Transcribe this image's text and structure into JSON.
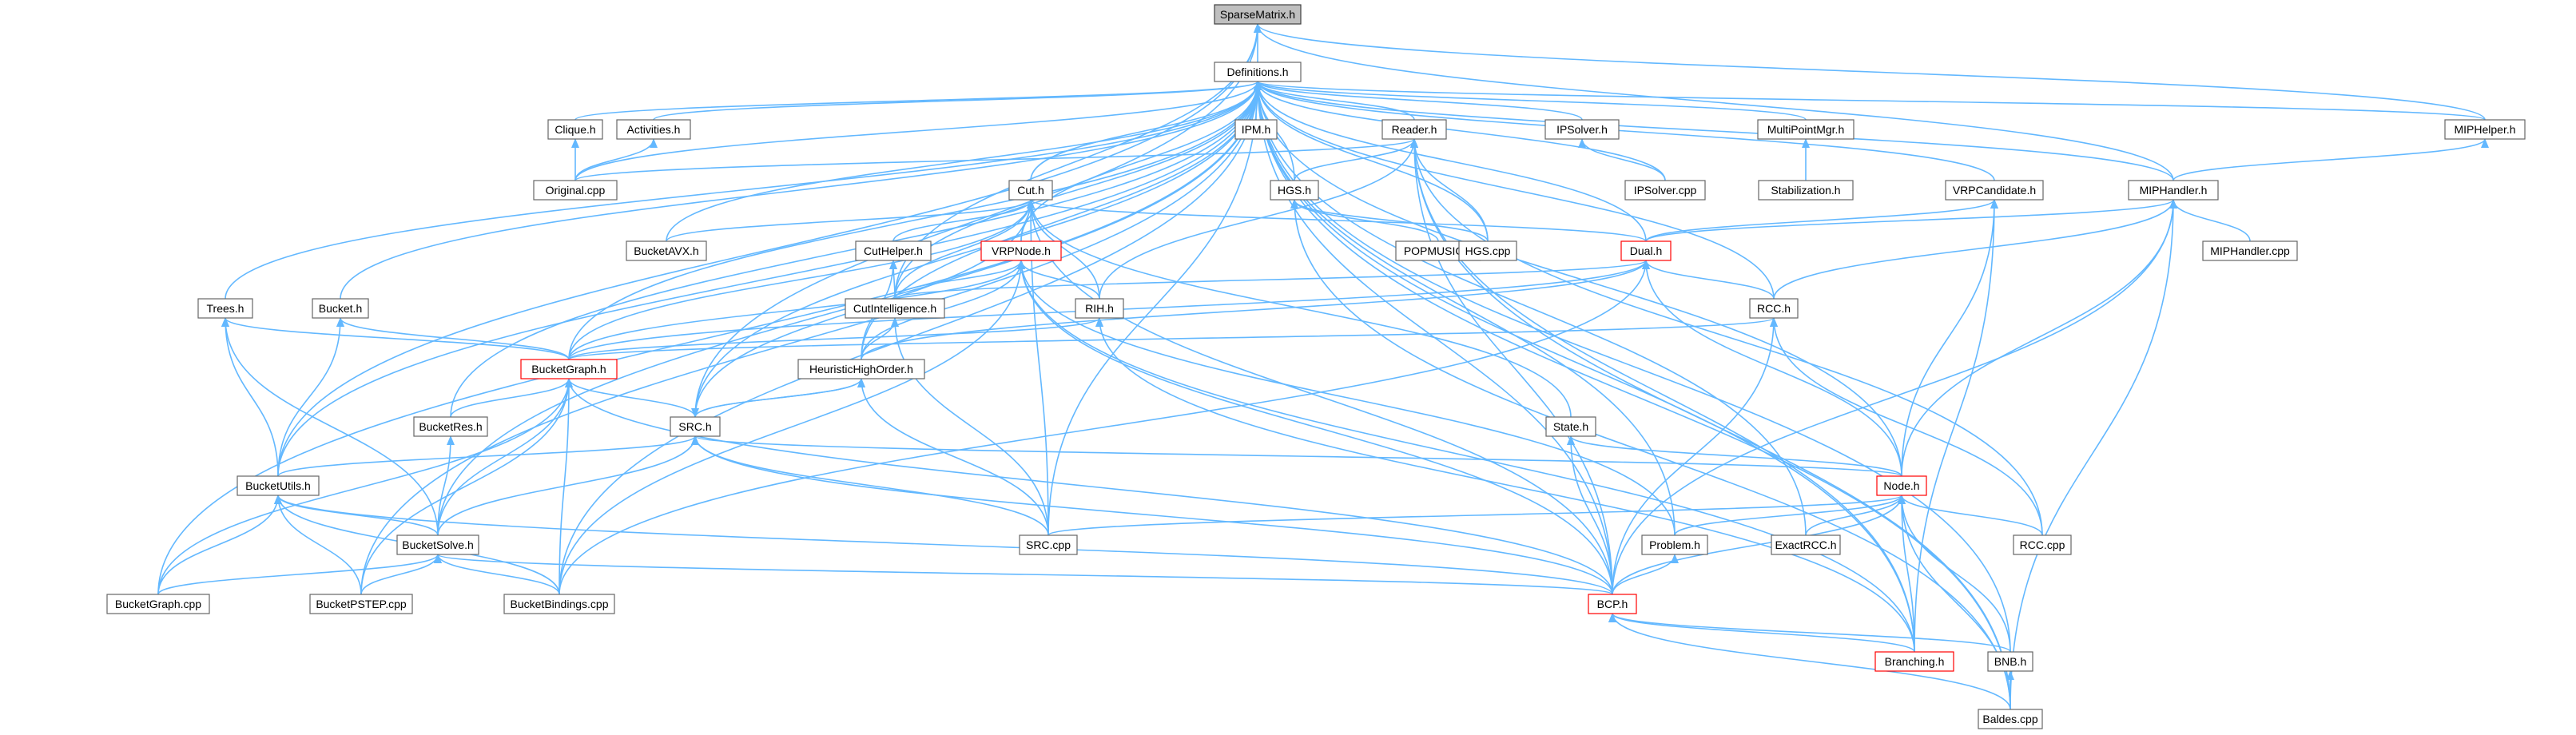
{
  "graph": {
    "edge_color": "#63b8ff",
    "highlight_border_color": "#ff0000",
    "root_fill": "#bfbfbf",
    "nodes": [
      {
        "id": "SparseMatrix",
        "label": "SparseMatrix.h",
        "root": true
      },
      {
        "id": "Definitions",
        "label": "Definitions.h"
      },
      {
        "id": "MIPHelper",
        "label": "MIPHelper.h"
      },
      {
        "id": "MIPHandler",
        "label": "MIPHandler.h"
      },
      {
        "id": "MIPHandlercpp",
        "label": "MIPHandler.cpp"
      },
      {
        "id": "Clique",
        "label": "Clique.h"
      },
      {
        "id": "Activities",
        "label": "Activities.h"
      },
      {
        "id": "Original",
        "label": "Original.cpp"
      },
      {
        "id": "IPM",
        "label": "IPM.h"
      },
      {
        "id": "Reader",
        "label": "Reader.h"
      },
      {
        "id": "IPSolver",
        "label": "IPSolver.h"
      },
      {
        "id": "IPSolvercpp",
        "label": "IPSolver.cpp"
      },
      {
        "id": "MultiPointMgr",
        "label": "MultiPointMgr.h"
      },
      {
        "id": "Stabilization",
        "label": "Stabilization.h"
      },
      {
        "id": "Cut",
        "label": "Cut.h"
      },
      {
        "id": "HGS",
        "label": "HGS.h"
      },
      {
        "id": "VRPCandidate",
        "label": "VRPCandidate.h"
      },
      {
        "id": "BucketAVX",
        "label": "BucketAVX.h"
      },
      {
        "id": "POPMUSIC",
        "label": "POPMUSIC.h"
      },
      {
        "id": "HGScpp",
        "label": "HGS.cpp"
      },
      {
        "id": "CutHelper",
        "label": "CutHelper.h"
      },
      {
        "id": "VRPNode",
        "label": "VRPNode.h",
        "red": true
      },
      {
        "id": "Dual",
        "label": "Dual.h",
        "red": true
      },
      {
        "id": "Trees",
        "label": "Trees.h"
      },
      {
        "id": "Bucket",
        "label": "Bucket.h"
      },
      {
        "id": "CutIntelligence",
        "label": "CutIntelligence.h"
      },
      {
        "id": "RIH",
        "label": "RIH.h"
      },
      {
        "id": "RCC",
        "label": "RCC.h"
      },
      {
        "id": "BucketGraph",
        "label": "BucketGraph.h",
        "red": true
      },
      {
        "id": "HeuristicHighOrder",
        "label": "HeuristicHighOrder.h"
      },
      {
        "id": "BucketRes",
        "label": "BucketRes.h"
      },
      {
        "id": "SRC",
        "label": "SRC.h"
      },
      {
        "id": "State",
        "label": "State.h"
      },
      {
        "id": "BucketUtils",
        "label": "BucketUtils.h"
      },
      {
        "id": "Node",
        "label": "Node.h",
        "red": true
      },
      {
        "id": "BucketSolve",
        "label": "BucketSolve.h"
      },
      {
        "id": "SRCcpp",
        "label": "SRC.cpp"
      },
      {
        "id": "Problem",
        "label": "Problem.h"
      },
      {
        "id": "ExactRCC",
        "label": "ExactRCC.h"
      },
      {
        "id": "RCCcpp",
        "label": "RCC.cpp"
      },
      {
        "id": "BucketGraphcpp",
        "label": "BucketGraph.cpp"
      },
      {
        "id": "BucketPSTEP",
        "label": "BucketPSTEP.cpp"
      },
      {
        "id": "BucketBindings",
        "label": "BucketBindings.cpp"
      },
      {
        "id": "BCP",
        "label": "BCP.h",
        "red": true
      },
      {
        "id": "Branching",
        "label": "Branching.h",
        "red": true
      },
      {
        "id": "BNB",
        "label": "BNB.h"
      },
      {
        "id": "Baldes",
        "label": "Baldes.cpp"
      }
    ],
    "edges": [
      [
        "Definitions",
        "SparseMatrix"
      ],
      [
        "MIPHelper",
        "SparseMatrix"
      ],
      [
        "MIPHandler",
        "SparseMatrix"
      ],
      [
        "SRC",
        "SparseMatrix"
      ],
      [
        "CutIntelligence",
        "SparseMatrix"
      ],
      [
        "BucketUtils",
        "SparseMatrix"
      ],
      [
        "MIPHelper",
        "Definitions"
      ],
      [
        "MIPHandler",
        "Definitions"
      ],
      [
        "Clique",
        "Definitions"
      ],
      [
        "Activities",
        "Definitions"
      ],
      [
        "Original",
        "Definitions"
      ],
      [
        "IPM",
        "Definitions"
      ],
      [
        "Reader",
        "Definitions"
      ],
      [
        "IPSolver",
        "Definitions"
      ],
      [
        "IPSolvercpp",
        "Definitions"
      ],
      [
        "MultiPointMgr",
        "Definitions"
      ],
      [
        "Cut",
        "Definitions"
      ],
      [
        "HGS",
        "Definitions"
      ],
      [
        "HGScpp",
        "Definitions"
      ],
      [
        "VRPCandidate",
        "Definitions"
      ],
      [
        "Dual",
        "Definitions"
      ],
      [
        "Trees",
        "Definitions"
      ],
      [
        "Bucket",
        "Definitions"
      ],
      [
        "BucketAVX",
        "Definitions"
      ],
      [
        "VRPNode",
        "Definitions"
      ],
      [
        "CutIntelligence",
        "Definitions"
      ],
      [
        "RCC",
        "Definitions"
      ],
      [
        "BucketGraph",
        "Definitions"
      ],
      [
        "HeuristicHighOrder",
        "Definitions"
      ],
      [
        "BucketRes",
        "Definitions"
      ],
      [
        "SRC",
        "Definitions"
      ],
      [
        "BucketUtils",
        "Definitions"
      ],
      [
        "Node",
        "Definitions"
      ],
      [
        "BucketSolve",
        "Definitions"
      ],
      [
        "SRCcpp",
        "Definitions"
      ],
      [
        "Problem",
        "Definitions"
      ],
      [
        "ExactRCC",
        "Definitions"
      ],
      [
        "BucketGraphcpp",
        "Definitions"
      ],
      [
        "BucketPSTEP",
        "Definitions"
      ],
      [
        "BucketBindings",
        "Definitions"
      ],
      [
        "BCP",
        "Definitions"
      ],
      [
        "Branching",
        "Definitions"
      ],
      [
        "BNB",
        "Definitions"
      ],
      [
        "Baldes",
        "Definitions"
      ],
      [
        "MIPHandler",
        "MIPHelper"
      ],
      [
        "MIPHandlercpp",
        "MIPHandler"
      ],
      [
        "Dual",
        "MIPHandler"
      ],
      [
        "RCC",
        "MIPHandler"
      ],
      [
        "Node",
        "MIPHandler"
      ],
      [
        "BCP",
        "MIPHandler"
      ],
      [
        "Baldes",
        "MIPHandler"
      ],
      [
        "Original",
        "Clique"
      ],
      [
        "Original",
        "Activities"
      ],
      [
        "Original",
        "Reader"
      ],
      [
        "HGS",
        "Reader"
      ],
      [
        "HGScpp",
        "Reader"
      ],
      [
        "RIH",
        "Reader"
      ],
      [
        "BCP",
        "Reader"
      ],
      [
        "Baldes",
        "Reader"
      ],
      [
        "Branching",
        "Reader"
      ],
      [
        "RCCcpp",
        "Reader"
      ],
      [
        "IPSolvercpp",
        "IPSolver"
      ],
      [
        "Stabilization",
        "MultiPointMgr"
      ],
      [
        "CutHelper",
        "Cut"
      ],
      [
        "VRPNode",
        "Cut"
      ],
      [
        "BucketAVX",
        "Cut"
      ],
      [
        "CutIntelligence",
        "Cut"
      ],
      [
        "RIH",
        "Cut"
      ],
      [
        "BucketGraph",
        "Cut"
      ],
      [
        "SRC",
        "Cut"
      ],
      [
        "State",
        "Cut"
      ],
      [
        "SRCcpp",
        "Cut"
      ],
      [
        "BCP",
        "Cut"
      ],
      [
        "Dual",
        "Cut"
      ],
      [
        "POPMUSIC",
        "HGS"
      ],
      [
        "HGScpp",
        "HGS"
      ],
      [
        "Baldes",
        "HGS"
      ],
      [
        "Dual",
        "VRPCandidate"
      ],
      [
        "Node",
        "VRPCandidate"
      ],
      [
        "Branching",
        "VRPCandidate"
      ],
      [
        "CutIntelligence",
        "CutHelper"
      ],
      [
        "HeuristicHighOrder",
        "CutHelper"
      ],
      [
        "CutIntelligence",
        "VRPNode"
      ],
      [
        "RIH",
        "VRPNode"
      ],
      [
        "BucketGraph",
        "VRPNode"
      ],
      [
        "HeuristicHighOrder",
        "VRPNode"
      ],
      [
        "BucketBindings",
        "VRPNode"
      ],
      [
        "BCP",
        "VRPNode"
      ],
      [
        "Problem",
        "VRPNode"
      ],
      [
        "Branching",
        "VRPNode"
      ],
      [
        "RCC",
        "Dual"
      ],
      [
        "Node",
        "Dual"
      ],
      [
        "BucketGraph",
        "Dual"
      ],
      [
        "CutIntelligence",
        "Dual"
      ],
      [
        "HeuristicHighOrder",
        "Dual"
      ],
      [
        "BucketBindings",
        "Dual"
      ],
      [
        "BucketUtils",
        "Trees"
      ],
      [
        "BucketSolve",
        "Trees"
      ],
      [
        "BucketGraph",
        "Trees"
      ],
      [
        "BucketGraph",
        "Bucket"
      ],
      [
        "BucketUtils",
        "Bucket"
      ],
      [
        "HeuristicHighOrder",
        "CutIntelligence"
      ],
      [
        "SRCcpp",
        "CutIntelligence"
      ],
      [
        "BucketGraph",
        "RIH"
      ],
      [
        "Branching",
        "RIH"
      ],
      [
        "BucketGraph",
        "RCC"
      ],
      [
        "BCP",
        "RCC"
      ],
      [
        "RCCcpp",
        "RCC"
      ],
      [
        "BucketRes",
        "BucketGraph"
      ],
      [
        "SRC",
        "BucketGraph"
      ],
      [
        "BucketSolve",
        "BucketGraph"
      ],
      [
        "BucketGraphcpp",
        "BucketGraph"
      ],
      [
        "BucketPSTEP",
        "BucketGraph"
      ],
      [
        "BucketBindings",
        "BucketGraph"
      ],
      [
        "BCP",
        "BucketGraph"
      ],
      [
        "SRC",
        "HeuristicHighOrder"
      ],
      [
        "SRCcpp",
        "HeuristicHighOrder"
      ],
      [
        "HeuristicHighOrder",
        "SRC"
      ],
      [
        "BucketSolve",
        "BucketRes"
      ],
      [
        "BucketUtils",
        "SRC"
      ],
      [
        "SRCcpp",
        "SRC"
      ],
      [
        "BCP",
        "SRC"
      ],
      [
        "Node",
        "SRC"
      ],
      [
        "BucketSolve",
        "SRC"
      ],
      [
        "Node",
        "State"
      ],
      [
        "BCP",
        "State"
      ],
      [
        "BucketSolve",
        "BucketUtils"
      ],
      [
        "BucketGraphcpp",
        "BucketUtils"
      ],
      [
        "BucketPSTEP",
        "BucketUtils"
      ],
      [
        "BucketBindings",
        "BucketUtils"
      ],
      [
        "BCP",
        "BucketUtils"
      ],
      [
        "SRCcpp",
        "Node"
      ],
      [
        "Problem",
        "Node"
      ],
      [
        "ExactRCC",
        "Node"
      ],
      [
        "RCCcpp",
        "Node"
      ],
      [
        "BCP",
        "Node"
      ],
      [
        "Branching",
        "Node"
      ],
      [
        "BNB",
        "Node"
      ],
      [
        "Baldes",
        "Node"
      ],
      [
        "BucketGraphcpp",
        "BucketSolve"
      ],
      [
        "BucketPSTEP",
        "BucketSolve"
      ],
      [
        "BucketBindings",
        "BucketSolve"
      ],
      [
        "BCP",
        "BucketSolve"
      ],
      [
        "BCP",
        "Problem"
      ],
      [
        "Branching",
        "BCP"
      ],
      [
        "BNB",
        "BCP"
      ],
      [
        "Baldes",
        "BCP"
      ],
      [
        "Baldes",
        "BNB"
      ]
    ]
  }
}
